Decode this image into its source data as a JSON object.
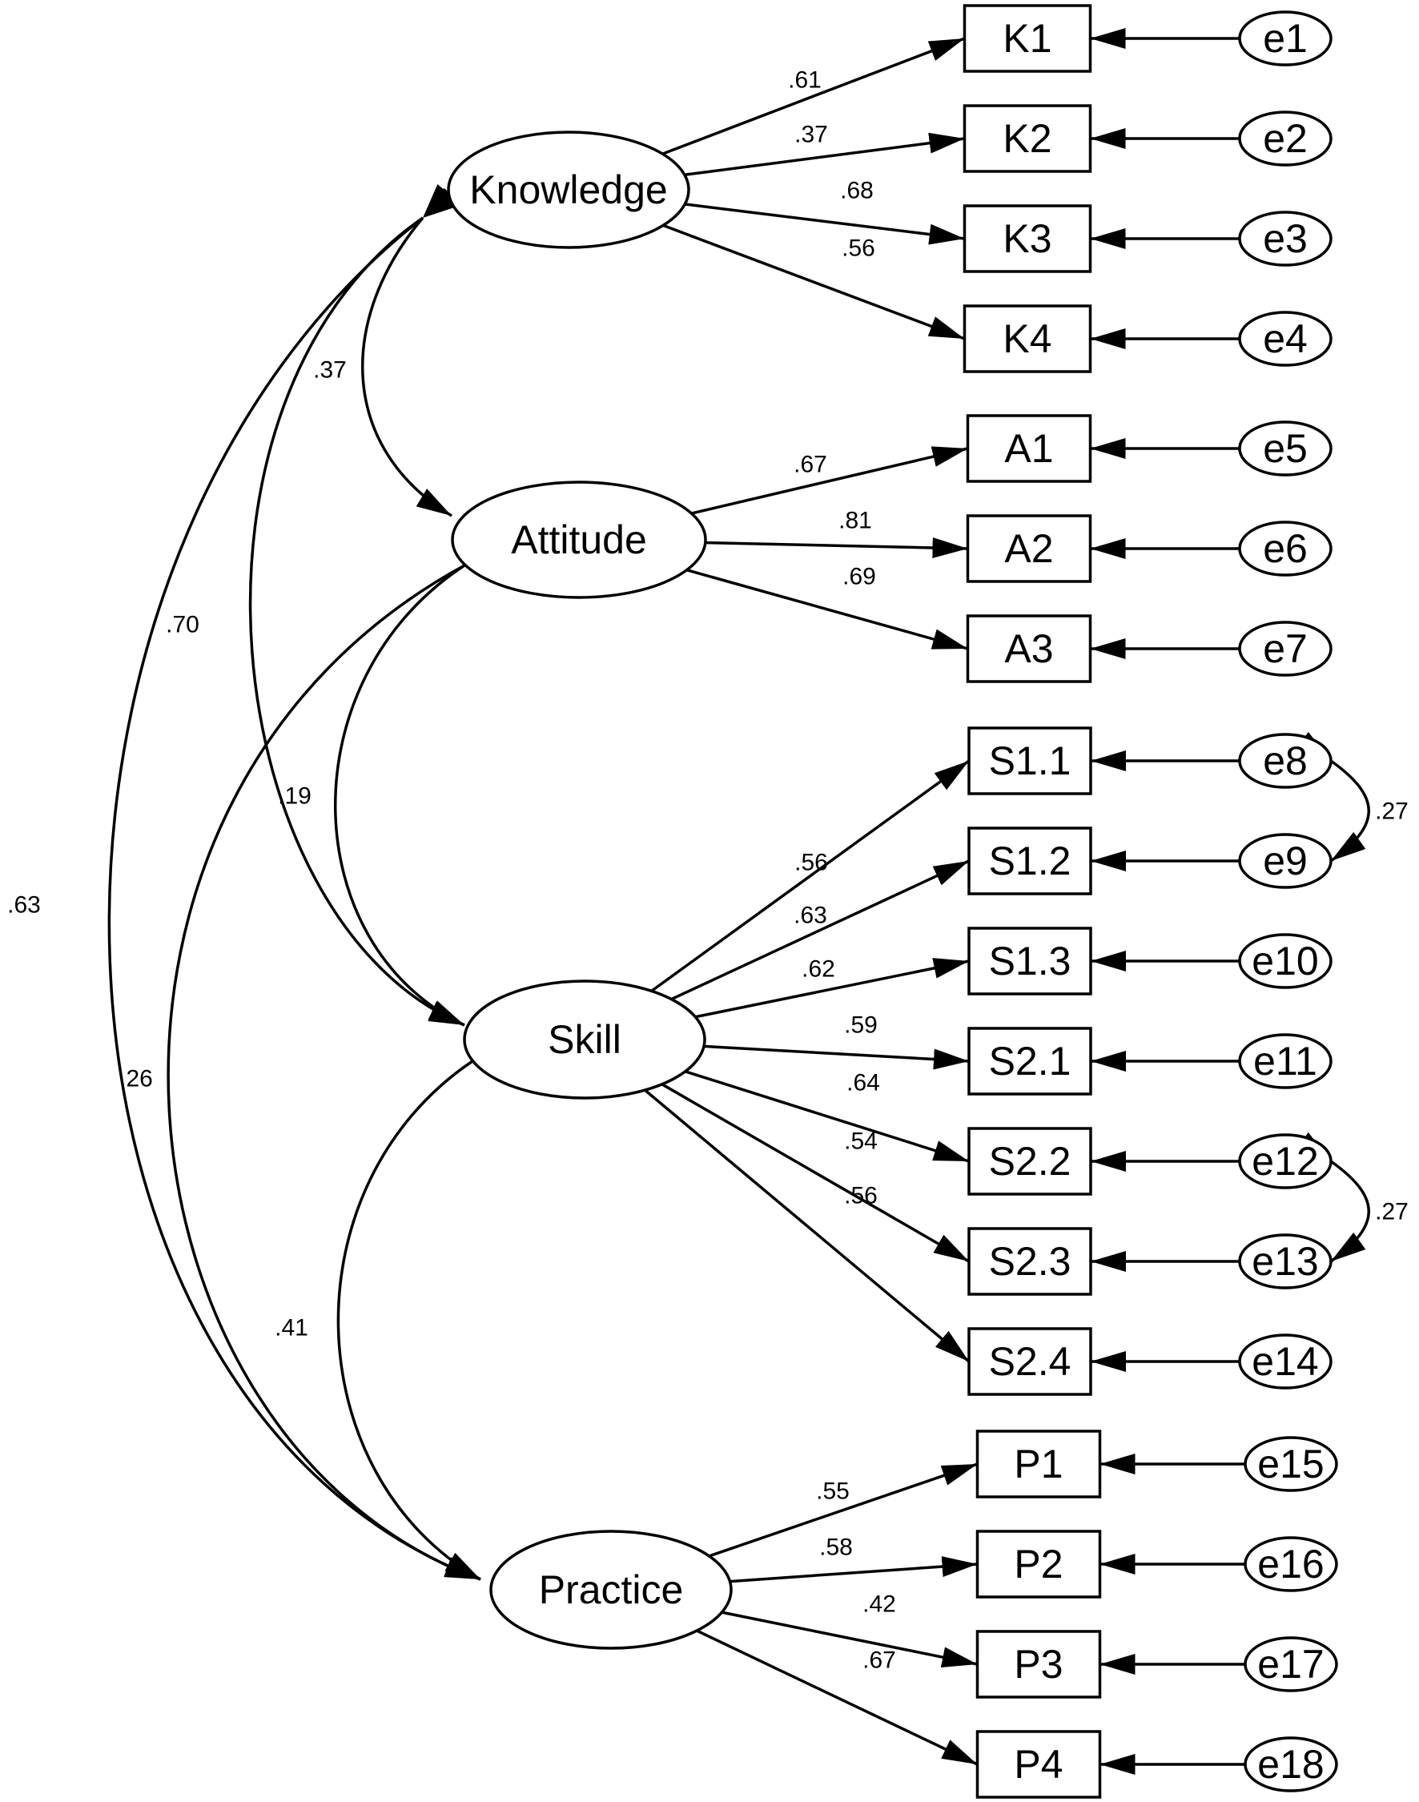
{
  "latents": [
    {
      "id": "knowledge",
      "label": "Knowledge"
    },
    {
      "id": "attitude",
      "label": "Attitude"
    },
    {
      "id": "skill",
      "label": "Skill"
    },
    {
      "id": "practice",
      "label": "Practice"
    }
  ],
  "indicators": [
    {
      "label": "K1",
      "factor": "knowledge",
      "loading": ".61",
      "error": "e1"
    },
    {
      "label": "K2",
      "factor": "knowledge",
      "loading": ".37",
      "error": "e2"
    },
    {
      "label": "K3",
      "factor": "knowledge",
      "loading": ".68",
      "error": "e3"
    },
    {
      "label": "K4",
      "factor": "knowledge",
      "loading": ".56",
      "error": "e4"
    },
    {
      "label": "A1",
      "factor": "attitude",
      "loading": ".67",
      "error": "e5"
    },
    {
      "label": "A2",
      "factor": "attitude",
      "loading": ".81",
      "error": "e6"
    },
    {
      "label": "A3",
      "factor": "attitude",
      "loading": ".69",
      "error": "e7"
    },
    {
      "label": "S1.1",
      "factor": "skill",
      "loading": ".56",
      "error": "e8"
    },
    {
      "label": "S1.2",
      "factor": "skill",
      "loading": ".63",
      "error": "e9"
    },
    {
      "label": "S1.3",
      "factor": "skill",
      "loading": ".62",
      "error": "e10"
    },
    {
      "label": "S2.1",
      "factor": "skill",
      "loading": ".59",
      "error": "e11"
    },
    {
      "label": "S2.2",
      "factor": "skill",
      "loading": ".64",
      "error": "e12"
    },
    {
      "label": "S2.3",
      "factor": "skill",
      "loading": ".54",
      "error": "e13"
    },
    {
      "label": "S2.4",
      "factor": "skill",
      "loading": ".56",
      "error": "e14"
    },
    {
      "label": "P1",
      "factor": "practice",
      "loading": ".55",
      "error": "e15"
    },
    {
      "label": "P2",
      "factor": "practice",
      "loading": ".58",
      "error": "e16"
    },
    {
      "label": "P3",
      "factor": "practice",
      "loading": ".42",
      "error": "e17"
    },
    {
      "label": "P4",
      "factor": "practice",
      "loading": ".67",
      "error": "e18"
    }
  ],
  "factor_covariances": [
    {
      "from": "knowledge",
      "to": "attitude",
      "value": ".37"
    },
    {
      "from": "knowledge",
      "to": "skill",
      "value": ".70"
    },
    {
      "from": "knowledge",
      "to": "practice",
      "value": ".63"
    },
    {
      "from": "attitude",
      "to": "skill",
      "value": ".19"
    },
    {
      "from": "attitude",
      "to": "practice",
      "value": ".26"
    },
    {
      "from": "skill",
      "to": "practice",
      "value": ".41"
    }
  ],
  "error_covariances": [
    {
      "from": "e8",
      "to": "e9",
      "value": ".27"
    },
    {
      "from": "e12",
      "to": "e13",
      "value": ".27"
    }
  ]
}
